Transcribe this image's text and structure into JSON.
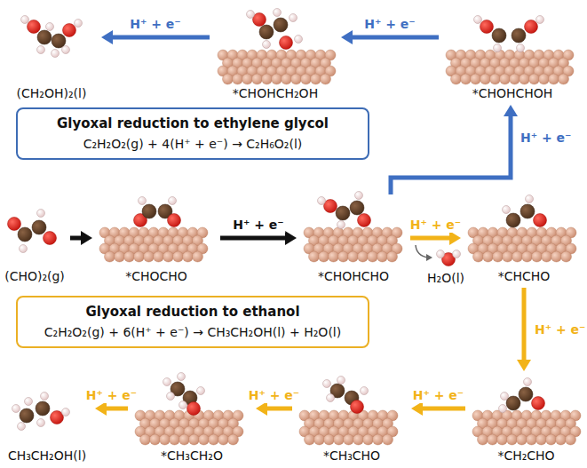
{
  "diagram": {
    "nodes": [
      {
        "text": [
          "(CH₂OH)₂(l)"
        ]
      },
      {
        "text": [
          "*CHOHCH₂OH"
        ]
      },
      {
        "text": [
          "*CHOHCHOH"
        ]
      },
      {
        "text": [
          "Glyoxal reduction to ethylene glycol",
          "C₂H₂O₂(g) + 4(H⁺ + e⁻) → C₂H₆O₂(l)"
        ]
      },
      {
        "text": [
          "(CHO)₂(g)"
        ]
      },
      {
        "text": [
          "*CHOCHO"
        ]
      },
      {
        "text": [
          "*CHOHCHO"
        ]
      },
      {
        "text": [
          "*CHCHO"
        ]
      },
      {
        "text": [
          "H₂O(l)"
        ]
      },
      {
        "text": [
          "Glyoxal reduction to ethanol",
          "C₂H₂O₂(g) + 6(H⁺ + e⁻) → CH₃CH₂OH(l) + H₂O(l)"
        ]
      },
      {
        "text": [
          "CH₃CH₂OH(l)"
        ]
      },
      {
        "text": [
          "*CH₃CH₂O"
        ]
      },
      {
        "text": [
          "*CH₃CHO"
        ]
      },
      {
        "text": [
          "*CH₂CHO"
        ]
      }
    ],
    "edges": [
      {
        "from": 2,
        "to": 1,
        "label": "H⁺ + e⁻",
        "arrow": "to"
      },
      {
        "from": 1,
        "to": 0,
        "label": "H⁺ + e⁻",
        "arrow": "to"
      },
      {
        "from": 4,
        "to": 5,
        "arrow": "to"
      },
      {
        "from": 5,
        "to": 6,
        "label": "H⁺ + e⁻",
        "arrow": "to"
      },
      {
        "from": 6,
        "to": 7,
        "label": "H⁺ + e⁻",
        "arrow": "to"
      },
      {
        "from": 6,
        "to": 2,
        "label": "H⁺ + e⁻",
        "arrow": "to"
      },
      {
        "from": 7,
        "to": 13,
        "label": "H⁺ + e⁻",
        "arrow": "to"
      },
      {
        "from": 13,
        "to": 12,
        "label": "H⁺ + e⁻",
        "arrow": "to"
      },
      {
        "from": 12,
        "to": 11,
        "label": "H⁺ + e⁻",
        "arrow": "to"
      },
      {
        "from": 11,
        "to": 10,
        "label": "H⁺ + e⁻",
        "arrow": "to"
      }
    ]
  }
}
